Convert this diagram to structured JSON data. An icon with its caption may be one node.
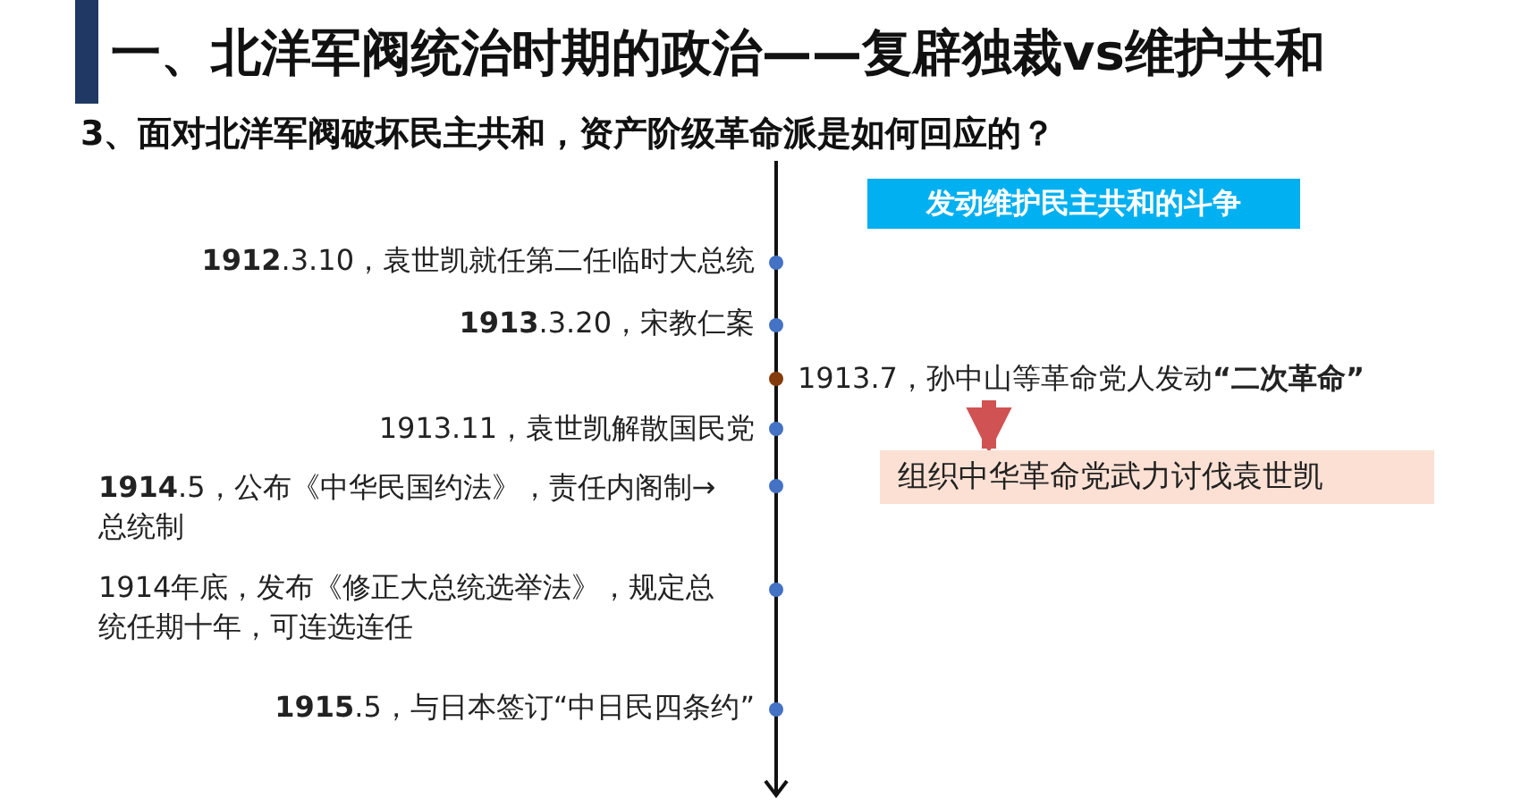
{
  "diagram": {
    "title": "一、北洋军阀统治时期的政治——复辟独裁vs维护共和",
    "nodes": [
      {
        "text": [
          "发动维护民主共和的斗争"
        ]
      },
      {
        "text": [
          "**1912**.3.10，袁世凯就任第二任临时大总统"
        ]
      },
      {
        "text": [
          "**1913**.3.20，宋教仁案"
        ]
      },
      {
        "text": [
          "1913.7，孙中山等革命党人发动**“二次革命”**"
        ]
      },
      {
        "text": [
          "1913.11，袁世凯解散国民党"
        ]
      },
      {
        "text": [
          "组织中华革命党武力讨伐袁世凯"
        ]
      },
      {
        "text": [
          "**1914**.5，公布《中华民国约法》，责任内阁制→总统制"
        ]
      },
      {
        "text": [
          "1914年底，发布《修正大总统选举法》，规定总统任期十年，可连选连任"
        ]
      },
      {
        "text": [
          "**1915**.5，与日本签订“中日民四条约”"
        ]
      }
    ],
    "edges": [
      {
        "from": 3,
        "to": 5,
        "arrow": "to",
        "color": "#d05252"
      }
    ],
    "labels": [
      "3、面对北洋军阀破坏民主共和，资产阶级革命派是如何回应的？"
    ]
  }
}
